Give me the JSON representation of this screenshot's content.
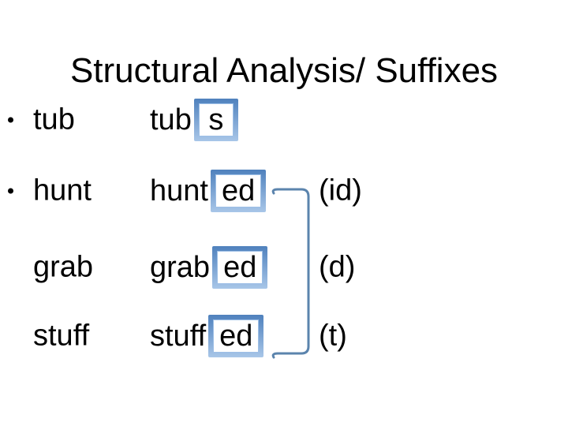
{
  "slide": {
    "title": "Structural Analysis/ Suffixes",
    "rows": [
      {
        "base": "tub",
        "stem": "tub",
        "suffix": "s",
        "pronunciation": ""
      },
      {
        "base": "hunt",
        "stem": "hunt",
        "suffix": "ed",
        "pronunciation": "(id)"
      },
      {
        "base": "grab",
        "stem": "grab",
        "suffix": "ed",
        "pronunciation": "(d)"
      },
      {
        "base": "stuff",
        "stem": "stuff",
        "suffix": "ed",
        "pronunciation": "(t)"
      }
    ],
    "colors": {
      "text": "#000000",
      "background": "#ffffff",
      "box_border_dark": "#4f81bd",
      "box_border_light": "#a8c6e8",
      "box_inner_line": "#9dbfe6",
      "bracket": "#5b84ad"
    }
  }
}
